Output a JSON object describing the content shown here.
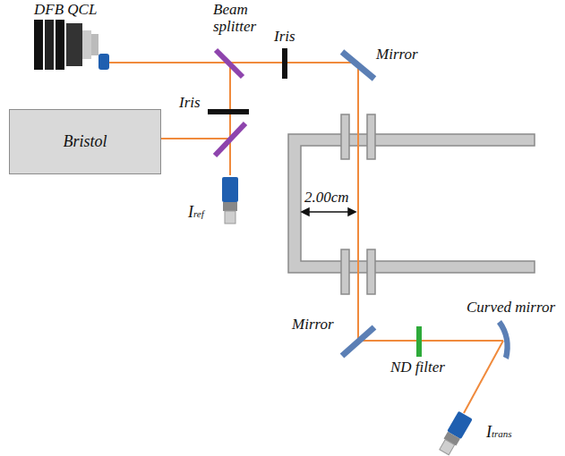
{
  "diagram": {
    "nodes": [
      {
        "text": [
          "Bristol"
        ]
      }
    ],
    "labels": [
      "DFB QCL",
      "Beam splitter",
      "Iris",
      "Mirror",
      "Iris",
      "Iref",
      "2.00cm",
      "Mirror",
      "ND filter",
      "Curved mirror",
      "Itrans"
    ]
  }
}
